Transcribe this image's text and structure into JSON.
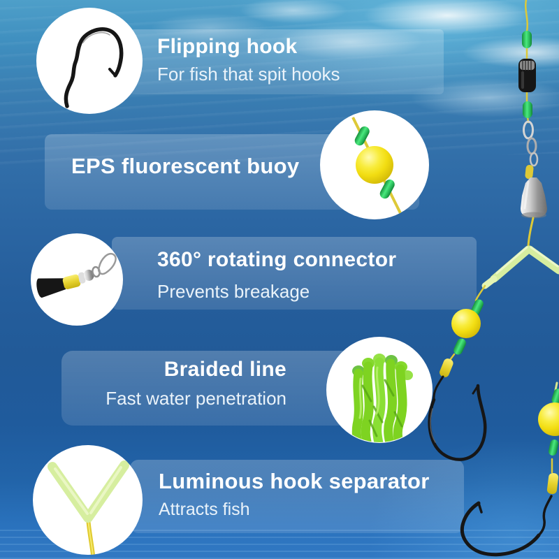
{
  "meta": {
    "description": "Underwater product infographic of a multi-hook fishing rig with five feature callouts"
  },
  "colors": {
    "water_surface": "#4e9fc9",
    "water_mid": "#2b66a3",
    "water_deep": "#1f5b9d",
    "water_bottom": "#3279c3",
    "panel_tint_top": "rgba(255,255,255,0.22)",
    "panel_tint_bottom": "rgba(255,255,255,0.12)",
    "title_text": "#ffffff",
    "subtitle_text": "#eaf3fa",
    "buoy_yellow": "#f2e112",
    "stopper_green": "#2fd05c",
    "line_yellow": "#ddc938",
    "luminous_green": "#d6ee9f",
    "braid_green": "#7ed321",
    "metal_gray": "#c9c9c9",
    "sinker_silver": "#b9b9b9",
    "hook_black": "#161616"
  },
  "callouts": [
    {
      "title": "Flipping hook",
      "subtitle": "For fish that spit hooks",
      "icon": "flipping-hook-icon"
    },
    {
      "title": "EPS fluorescent buoy",
      "icon": "fluorescent-buoy-icon"
    },
    {
      "title": "360° rotating connector",
      "subtitle": "Prevents breakage",
      "icon": "rotating-connector-icon"
    },
    {
      "title": "Braided line",
      "subtitle": "Fast water penetration",
      "icon": "braided-line-icon"
    },
    {
      "title": "Luminous hook separator",
      "subtitle": "Attracts fish",
      "icon": "luminous-separator-icon"
    }
  ],
  "rig": {
    "parts": [
      "main line",
      "line stopper",
      "float stop",
      "swivel chain",
      "cone sinker",
      "luminous hook separator",
      "branch line",
      "EPS fluorescent buoy",
      "line sleeve",
      "braided leader",
      "flipping hook"
    ]
  }
}
